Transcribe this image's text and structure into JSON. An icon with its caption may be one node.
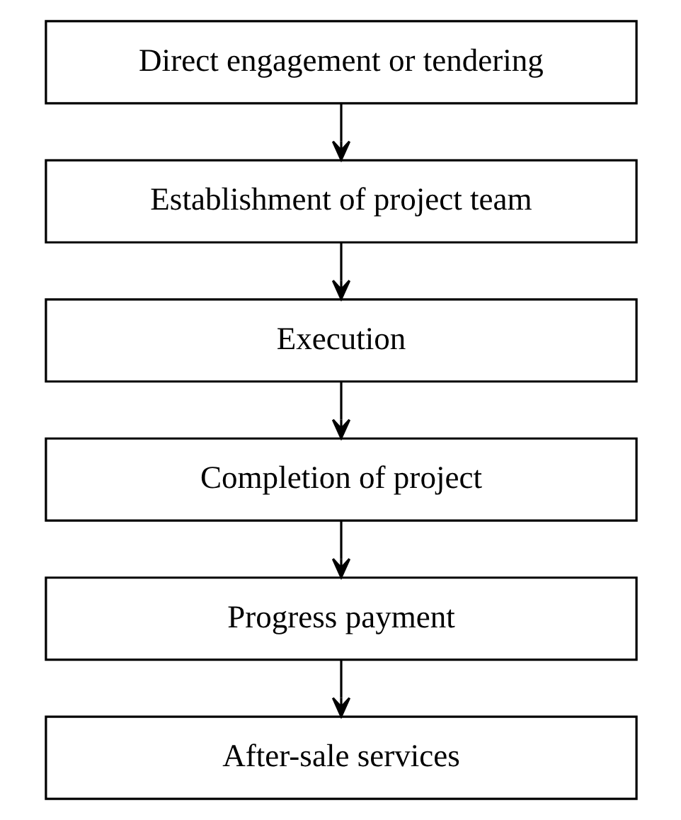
{
  "diagram": {
    "nodes": [
      {
        "text": [
          "Direct engagement or tendering"
        ]
      },
      {
        "text": [
          "Establishment of project team"
        ]
      },
      {
        "text": [
          "Execution"
        ]
      },
      {
        "text": [
          "Completion of project"
        ]
      },
      {
        "text": [
          "Progress payment"
        ]
      },
      {
        "text": [
          "After-sale services"
        ]
      }
    ],
    "edges": [
      {
        "from": 0,
        "to": 1,
        "arrow": "to"
      },
      {
        "from": 1,
        "to": 2,
        "arrow": "to"
      },
      {
        "from": 2,
        "to": 3,
        "arrow": "to"
      },
      {
        "from": 3,
        "to": 4,
        "arrow": "to"
      },
      {
        "from": 4,
        "to": 5,
        "arrow": "to"
      }
    ]
  }
}
